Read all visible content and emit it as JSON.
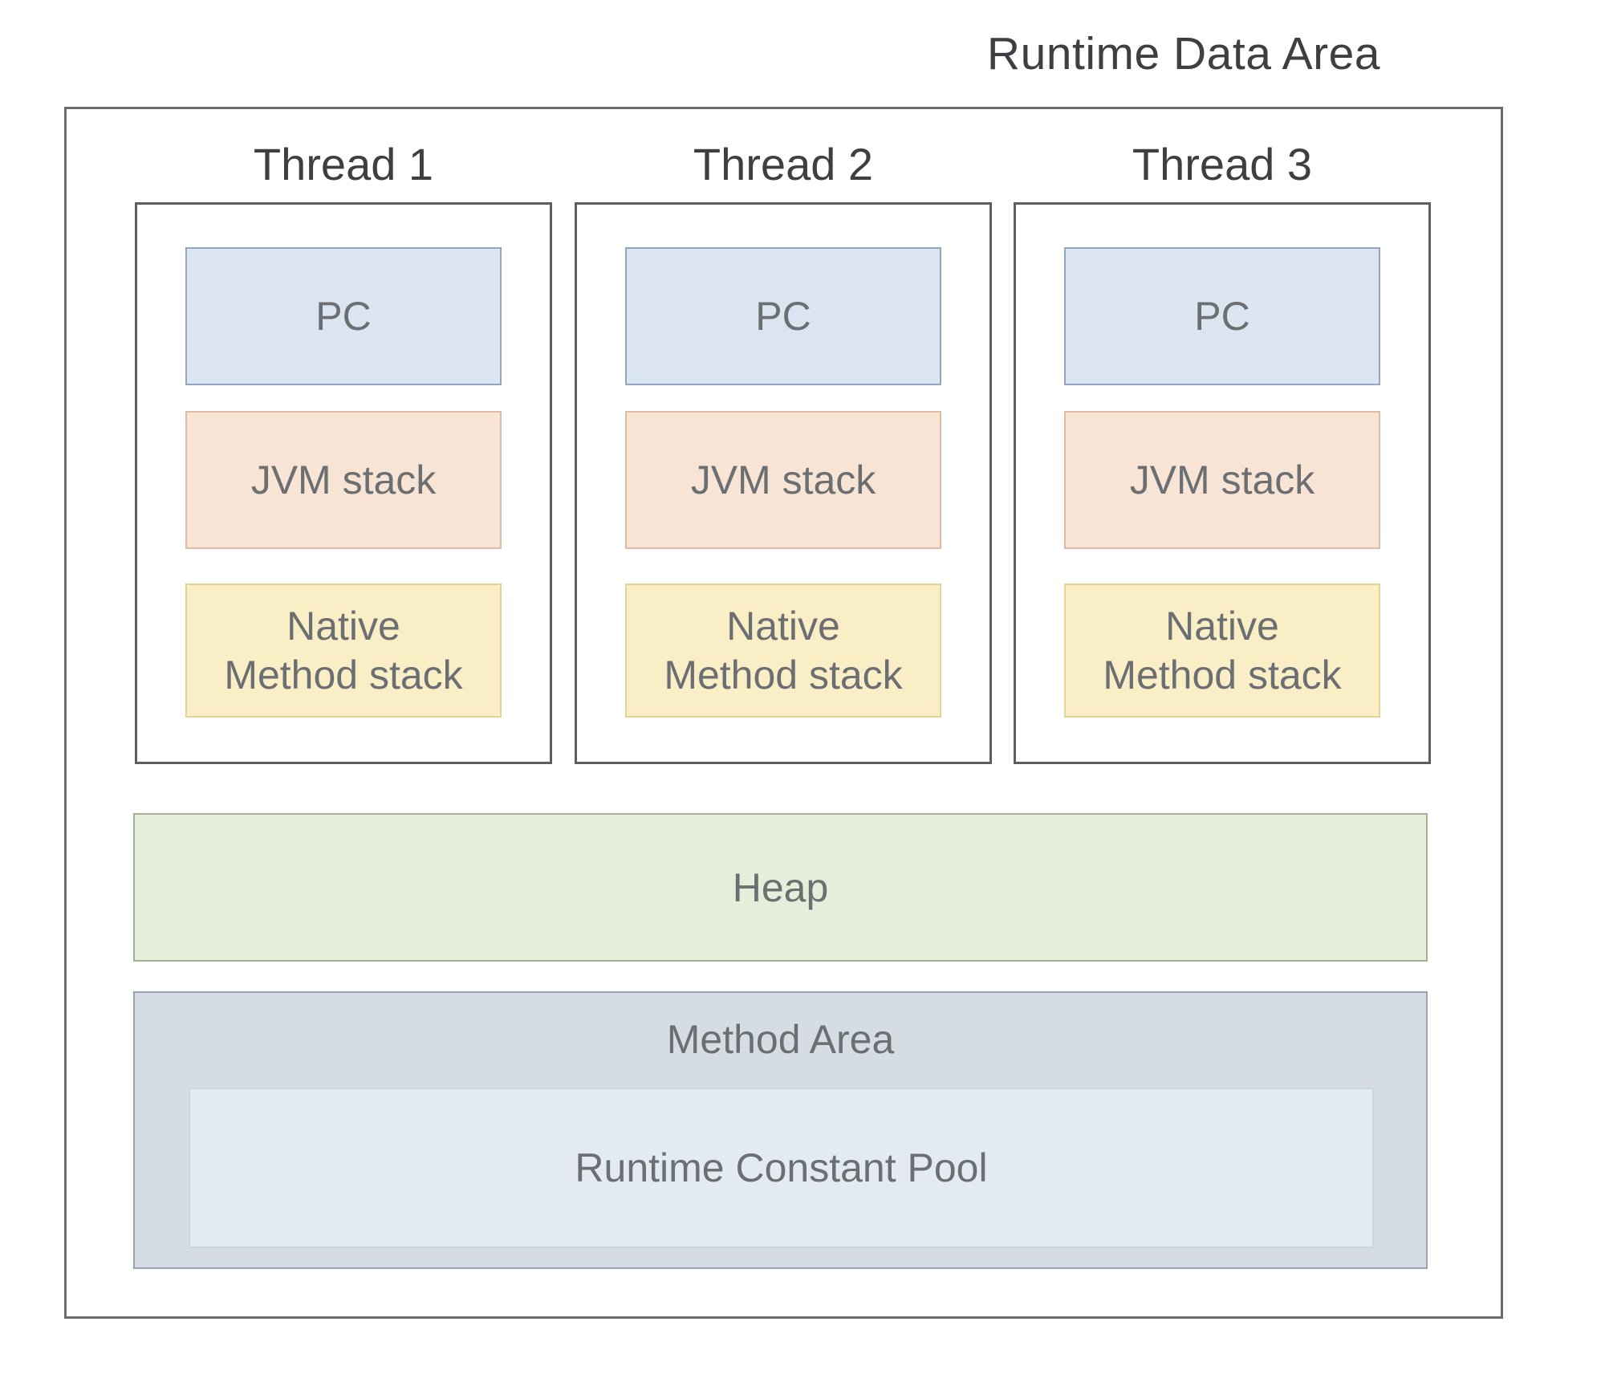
{
  "title": "Runtime Data Area",
  "threads": [
    {
      "label": "Thread 1",
      "pc_label": "PC",
      "jvm_stack_label": "JVM stack",
      "native_line1": "Native",
      "native_line2": "Method stack"
    },
    {
      "label": "Thread 2",
      "pc_label": "PC",
      "jvm_stack_label": "JVM stack",
      "native_line1": "Native",
      "native_line2": "Method stack"
    },
    {
      "label": "Thread 3",
      "pc_label": "PC",
      "jvm_stack_label": "JVM stack",
      "native_line1": "Native",
      "native_line2": "Method stack"
    }
  ],
  "heap_label": "Heap",
  "method_area_label": "Method Area",
  "runtime_constant_pool_label": "Runtime Constant Pool",
  "colors": {
    "heading_text": "#3d3f42",
    "box_text": "#6b6f72",
    "frame_border": "#6c6c6c",
    "thread_border": "#5e5e5e",
    "pc_fill": "#dbe5f1",
    "pc_border": "#94a6bb",
    "jvm_fill": "#f8e4d4",
    "jvm_border": "#dcbca6",
    "native_fill": "#faeec6",
    "native_border": "#e5d396",
    "heap_fill": "#e4eeda",
    "heap_border": "#a3b095",
    "method_fill": "#d6dce4",
    "method_border": "#99a3b1",
    "rcp_fill": "#e3eaf3",
    "rcp_border": "#ccd6e1"
  }
}
